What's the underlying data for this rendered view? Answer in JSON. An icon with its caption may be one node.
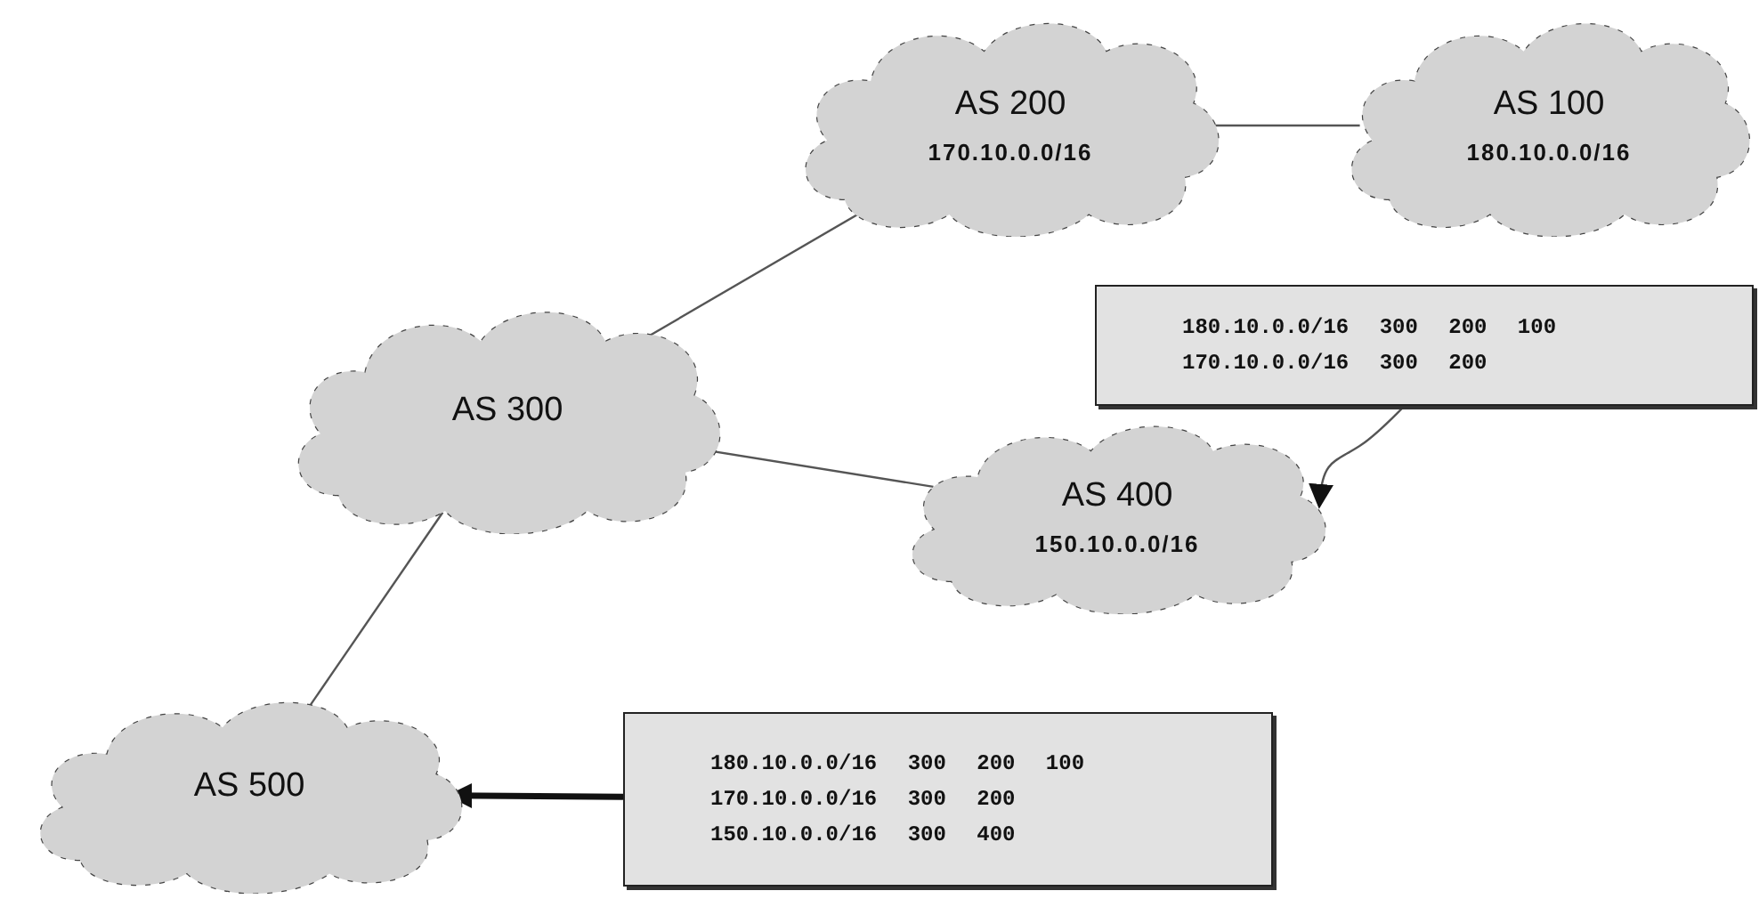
{
  "diagram": {
    "nodes": [
      {
        "text": [
          "AS 200",
          "170.10.0.0/16"
        ]
      },
      {
        "text": [
          "AS 100",
          "180.10.0.0/16"
        ]
      },
      {
        "text": [
          "AS 300"
        ]
      },
      {
        "text": [
          "180.10.0.0/16 300 200 100",
          "170.10.0.0/16 300 200"
        ]
      },
      {
        "text": [
          "AS 400",
          "150.10.0.0/16"
        ]
      },
      {
        "text": [
          "AS 500"
        ]
      },
      {
        "text": [
          "180.10.0.0/16 300 200 100",
          "170.10.0.0/16 300 200",
          "150.10.0.0/16 300 400"
        ]
      }
    ],
    "edges": [
      {
        "from": 2,
        "to": 0,
        "arrow": "none"
      },
      {
        "from": 0,
        "to": 1,
        "arrow": "none"
      },
      {
        "from": 2,
        "to": 4,
        "arrow": "none"
      },
      {
        "from": 2,
        "to": 5,
        "arrow": "none"
      },
      {
        "from": 3,
        "to": 4,
        "arrow": "to"
      },
      {
        "from": 6,
        "to": 5,
        "arrow": "to",
        "style": "thick"
      }
    ]
  }
}
